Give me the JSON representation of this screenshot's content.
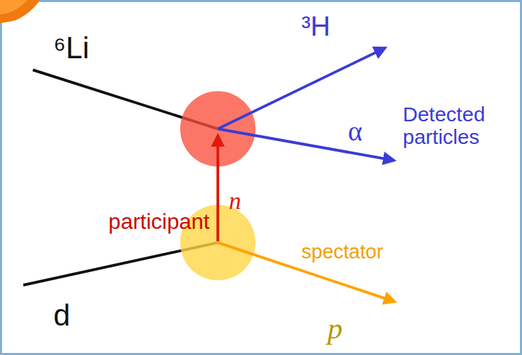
{
  "diagram": {
    "labels": [
      "³H",
      "⁶Li",
      "Detected particles",
      "α",
      "n",
      "participant",
      "spectator",
      "d",
      "p"
    ]
  }
}
